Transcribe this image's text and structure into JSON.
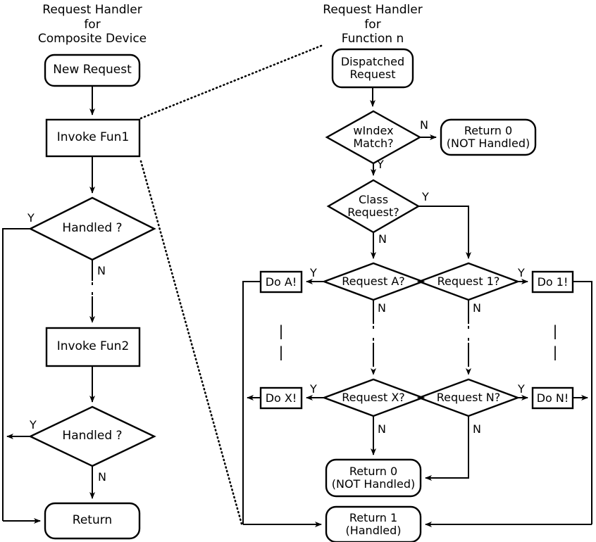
{
  "diagram": {
    "type": "flowchart",
    "title_left": "Request Handler\nfor\nComposite Device",
    "title_right": "Request Handler\nfor\nFunction n",
    "colors": {
      "stroke": "#000000",
      "background": "#ffffff",
      "text": "#000000"
    }
  },
  "left_flow": {
    "nodes": {
      "new_request": "New Request",
      "invoke_fun1": "Invoke Fun1",
      "handled_1": "Handled ?",
      "invoke_fun2": "Invoke Fun2",
      "handled_2": "Handled ?",
      "return": "Return"
    },
    "edge_labels": {
      "handled1_yes": "Y",
      "handled1_no": "N",
      "handled2_yes": "Y",
      "handled2_no": "N"
    }
  },
  "right_flow": {
    "nodes": {
      "dispatched_request": "Dispatched\nRequest",
      "windex_match": "wIndex\nMatch?",
      "return0_top": "Return 0\n(NOT Handled)",
      "class_request": "Class\nRequest?",
      "request_a": "Request A?",
      "request_x": "Request X?",
      "request_1": "Request 1?",
      "request_n": "Request N?",
      "do_a": "Do A!",
      "do_x": "Do X!",
      "do_1": "Do 1!",
      "do_n": "Do N!",
      "return0_bottom": "Return 0\n(NOT Handled)",
      "return1": "Return 1\n(Handled)"
    },
    "edge_labels": {
      "windex_no": "N",
      "windex_yes": "Y",
      "class_yes": "Y",
      "class_no": "N",
      "request_a_yes": "Y",
      "request_a_no": "N",
      "request_x_yes": "Y",
      "request_x_no": "N",
      "request_1_yes": "Y",
      "request_1_no": "N",
      "request_n_yes": "Y",
      "request_n_no": "N"
    },
    "ellipsis_left": "|\n|",
    "ellipsis_right": "|\n|"
  }
}
